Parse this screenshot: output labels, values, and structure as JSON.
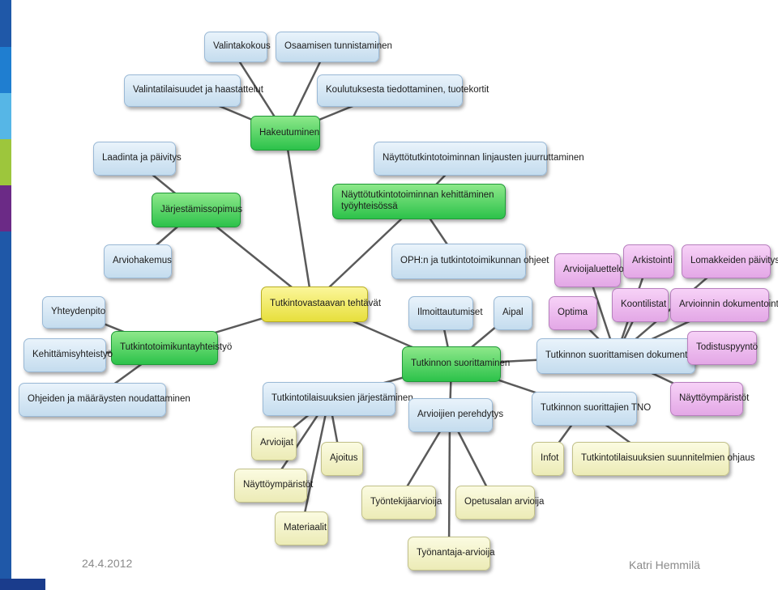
{
  "colors": {
    "side_bar": [
      "#1f58a8",
      "#1f7ed0",
      "#56b6e6",
      "#9dc63c",
      "#6b2a86",
      "#1f58a8"
    ],
    "blue_node": "#c4dcee",
    "green_node": "#2cc24a",
    "yellow_node": "#e7df3c",
    "pink_node": "#e3a7e6",
    "cream_node": "#ecebb6",
    "connector": "#5a5a5a"
  },
  "nodes": {
    "center": "Tutkintovastaavan tehtävät",
    "hakeutuminen": "Hakeutuminen",
    "valintakokous": "Valintakokous",
    "osaamisen_tunnistaminen": "Osaamisen tunnistaminen",
    "valintatilaisuudet": "Valintatilaisuudet ja haastattelut",
    "koulutuksesta": "Koulutuksesta tiedottaminen, tuotekortit",
    "jarjestamissopimus": "Järjestämissopimus",
    "laadinta": "Laadinta ja päivitys",
    "arviohakemus": "Arviohakemus",
    "kehittaminen": "Näyttötutkintotoiminnan kehittäminen työyhteisössä",
    "linjausten": "Näyttötutkintotoiminnan linjausten juurruttaminen",
    "oph": "OPH:n ja tutkintotoimikunnan ohjeet",
    "toimikuntayhteistyo": "Tutkintotoimikuntayhteistyö",
    "yhteydenpito": "Yhteydenpito",
    "kehittamisyhteistyo": "Kehittämisyhteistyö",
    "ohjeiden": "Ohjeiden ja määräysten noudattaminen",
    "suorittaminen": "Tutkinnon suorittaminen",
    "ilmoittautumiset": "Ilmoittautumiset",
    "aipal": "Aipal",
    "dokumentointi": "Tutkinnon suorittamisen dokumentointi",
    "arvioijaluettelo": "Arvioijaluettelo",
    "arkistointi": "Arkistointi",
    "lomakkeiden": "Lomakkeiden päivitys",
    "optima": "Optima",
    "koontilistat": "Koontilistat",
    "arvioinnin_dok": "Arvioinnin dokumentointi",
    "todistuspyynto": "Todistuspyyntö",
    "nayttoymparistot_pink": "Näyttöympäristöt",
    "tno": "Tutkinnon suorittajien TNO",
    "infot": "Infot",
    "suunnitelmien": "Tutkintotilaisuuksien suunnitelmien ohjaus",
    "tilaisuuksien_jarj": "Tutkintotilaisuuksien järjestäminen",
    "arvioijat": "Arvioijat",
    "ajoitus": "Ajoitus",
    "nayttoymparistot": "Näyttöympäristöt",
    "materiaalit": "Materiaalit",
    "perehdytys": "Arvioijien perehdytys",
    "tyontekijaarvioija": "Työntekijäarvioija",
    "opetusalan": "Opetusalan arvioija",
    "tyonantaja": "Työnantaja-arvioija"
  },
  "footer": {
    "date": "24.4.2012",
    "author": "Katri Hemmilä"
  }
}
